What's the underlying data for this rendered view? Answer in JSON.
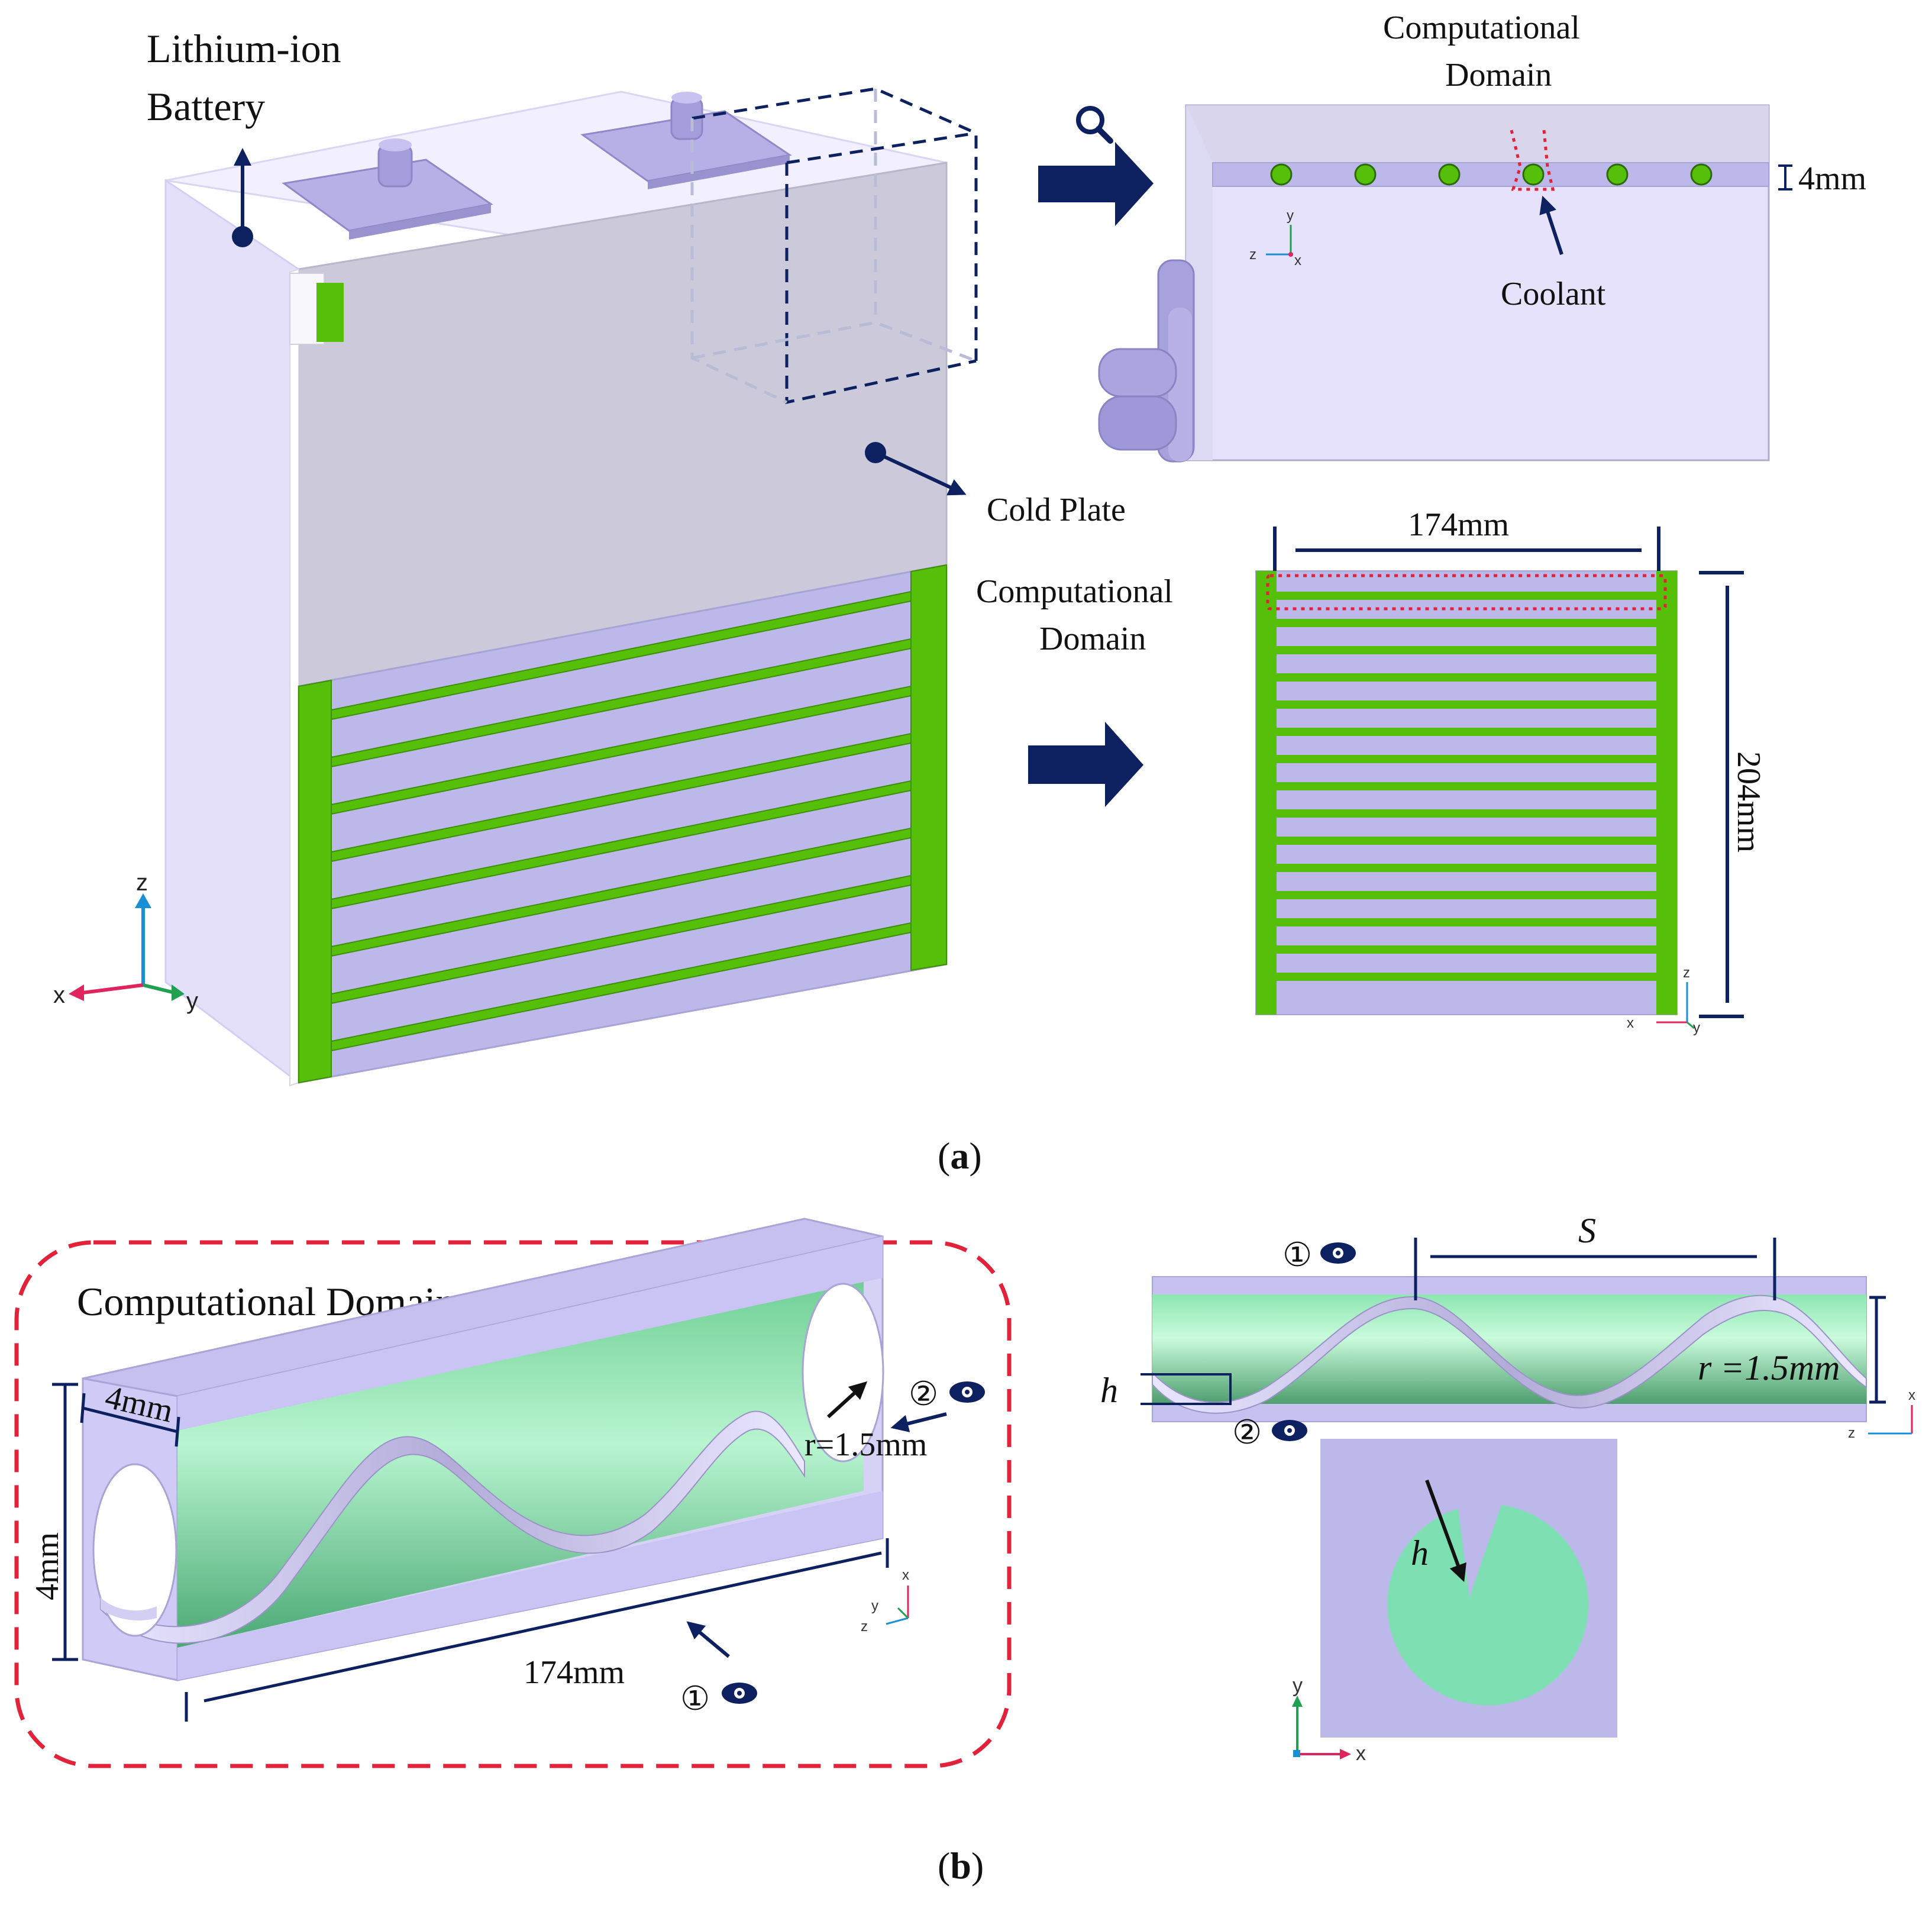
{
  "panel_a": {
    "label_battery_line1": "Lithium-ion",
    "label_battery_line2": "Battery",
    "label_cold_plate": "Cold Plate",
    "zoom_title_line1": "Computational",
    "zoom_title_line2": "Domain",
    "label_coolant": "Coolant",
    "dim_channel_height": "4mm",
    "front_title_line1": "Computational",
    "front_title_line2": "Domain",
    "dim_width": "174mm",
    "dim_height": "204mm",
    "axis_main": {
      "z": "z",
      "x": "x",
      "y": "y"
    },
    "axis_zoom": {
      "y": "y",
      "z": "z",
      "x": "x"
    },
    "axis_front": {
      "z": "z",
      "x": "x",
      "y": "y"
    },
    "caption_open": "(",
    "caption_letter": "a",
    "caption_close": ")"
  },
  "panel_b": {
    "domain_title": "Computational Domain",
    "dim_depth": "4mm",
    "dim_height": "4mm",
    "dim_length": "174mm",
    "dim_radius": "r=1.5mm",
    "view1_marker": "①",
    "view2_marker": "②",
    "axis_domain": {
      "x": "x",
      "y": "y",
      "z": "z"
    },
    "side_pitch_label": "S",
    "side_h_label": "h",
    "side_radius_label": "r =1.5mm",
    "axis_side": {
      "x": "x",
      "z": "z"
    },
    "end_h_label": "h",
    "axis_end": {
      "y": "y",
      "x": "x"
    },
    "caption_open": "(",
    "caption_letter": "b",
    "caption_close": ")"
  },
  "colors": {
    "battery": "#e6e2fb",
    "plate": "#cbc9da",
    "lavender": "#bdb8ea",
    "green": "#55bf0a",
    "mint": "#7fe0b0",
    "navy": "#0d2160",
    "red_dash": "#e2213a"
  }
}
